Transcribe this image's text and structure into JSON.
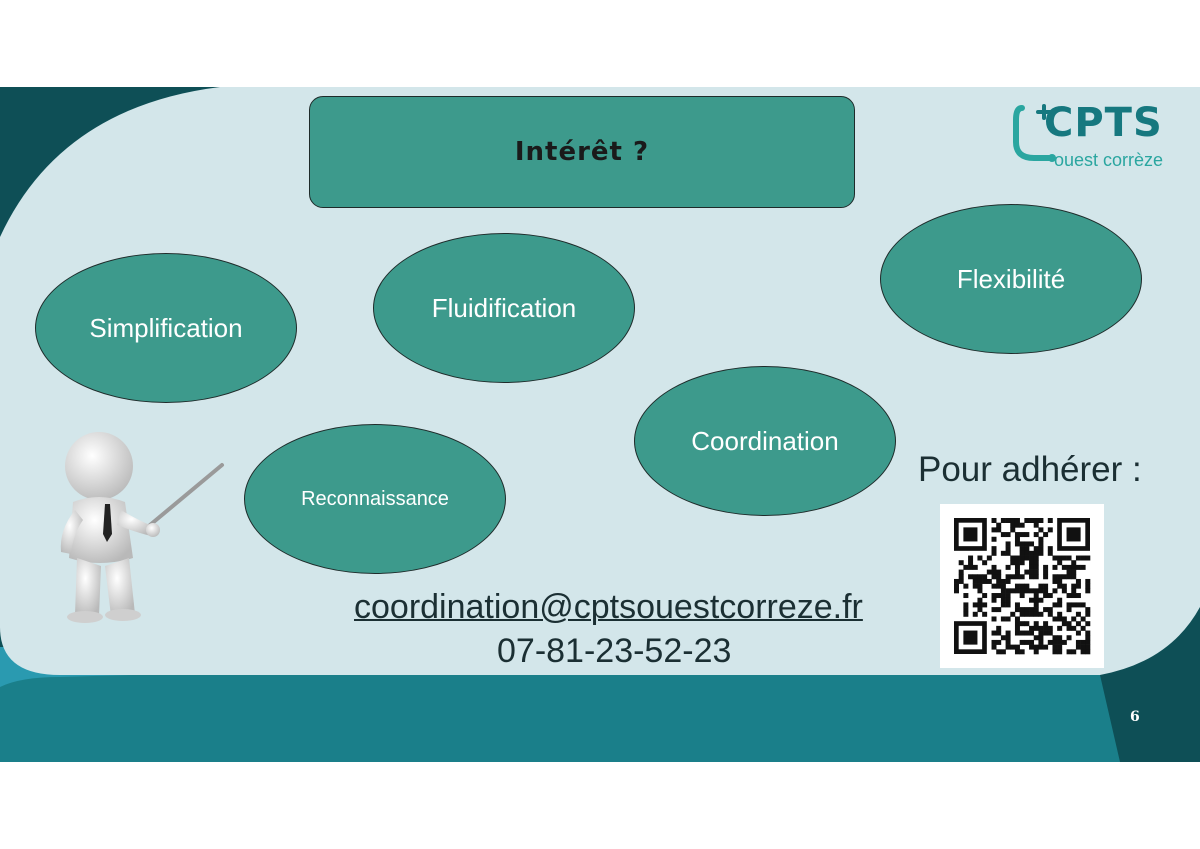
{
  "title": "Intérêt ?",
  "logo": {
    "main": "CPTS",
    "sub": "ouest corrèze",
    "icon": "stethoscope-plus-icon"
  },
  "bubbles": {
    "simplification": "Simplification",
    "fluidification": "Fluidification",
    "flexibilite": "Flexibilité",
    "coordination": "Coordination",
    "reconnaissance": "Reconnaissance"
  },
  "contact": {
    "email": "coordination@cptsouestcorreze.fr",
    "phone": "07-81-23-52-23",
    "join_label": "Pour adhérer :"
  },
  "qr_icon": "qr-code-icon",
  "presenter_icon": "presenter-figure-icon",
  "page_number": "6",
  "colors": {
    "teal": "#3d9a8c",
    "dark_teal": "#0f5f68",
    "panel": "#d3e6ea",
    "text": "#1b2f33"
  }
}
